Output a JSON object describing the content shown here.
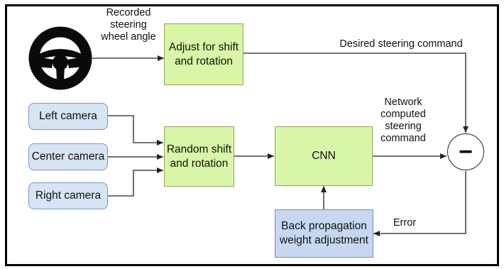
{
  "labels": {
    "recorded_angle": "Recorded\nsteering\nwheel angle",
    "desired_command": "Desired steering command",
    "network_command": "Network\ncomputed\nsteering\ncommand",
    "error": "Error"
  },
  "boxes": {
    "adjust": "Adjust for shift\nand rotation",
    "random_shift": "Random shift\nand rotation",
    "cnn": "CNN",
    "backprop": "Back propagation\nweight adjustment"
  },
  "cameras": [
    "Left camera",
    "Center camera",
    "Right camera"
  ],
  "summing_node": "−",
  "icons": {
    "steering_wheel": "steering-wheel-icon"
  },
  "colors": {
    "green_box": "#d9f5a7",
    "blue_box": "#c6d7ef",
    "camera_box": "#d7e4f3"
  }
}
